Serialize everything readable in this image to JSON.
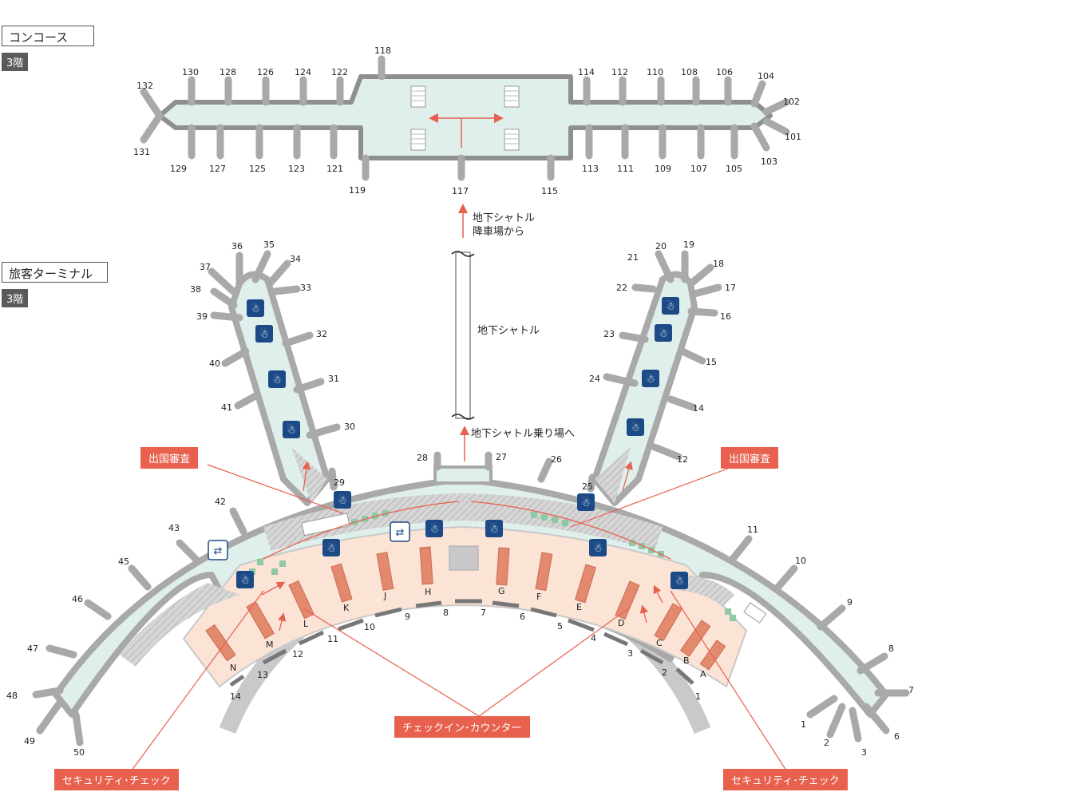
{
  "concourse": {
    "title": "コンコース",
    "floor": "3階",
    "gates_top": [
      "130",
      "128",
      "126",
      "124",
      "122",
      "118",
      "114",
      "112",
      "110",
      "108",
      "106",
      "104"
    ],
    "gates_bottom": [
      "129",
      "127",
      "125",
      "123",
      "121",
      "119",
      "117",
      "115",
      "113",
      "111",
      "109",
      "107",
      "105",
      "103"
    ],
    "gates_side": [
      "132",
      "131",
      "102",
      "101"
    ]
  },
  "terminal": {
    "title": "旅客ターミナル",
    "floor": "3階",
    "gates_left_pier": [
      "36",
      "35",
      "34",
      "37",
      "33",
      "38",
      "39",
      "32",
      "40",
      "31",
      "41",
      "30"
    ],
    "gates_right_pier": [
      "20",
      "19",
      "21",
      "18",
      "22",
      "17",
      "16",
      "23",
      "15",
      "24",
      "14",
      "12"
    ],
    "gates_center": [
      "28",
      "27",
      "26",
      "29",
      "25"
    ],
    "gates_left_wing": [
      "42",
      "43",
      "45",
      "46",
      "47",
      "48",
      "49",
      "50"
    ],
    "gates_right_wing": [
      "11",
      "10",
      "9",
      "8",
      "7",
      "6",
      "3",
      "2",
      "1"
    ],
    "counters": [
      "N",
      "M",
      "L",
      "K",
      "J",
      "H",
      "G",
      "F",
      "E",
      "D",
      "C",
      "B",
      "A"
    ],
    "doors": [
      "14",
      "13",
      "12",
      "11",
      "10",
      "9",
      "8",
      "7",
      "6",
      "5",
      "4",
      "3",
      "2",
      "1"
    ]
  },
  "shuttle": {
    "from_label_1": "地下シャトル",
    "from_label_2": "降車場から",
    "line_label": "地下シャトル",
    "to_label": "地下シャトル乗り場へ"
  },
  "callouts": {
    "emigration_left": "出国審査",
    "emigration_right": "出国審査",
    "checkin": "チェックイン･カウンター",
    "security_left": "セキュリティ･チェック",
    "security_right": "セキュリティ･チェック"
  },
  "colors": {
    "floor": "#dff0ec",
    "wall": "#a9a9a9",
    "checkin_area": "#fbe3d6",
    "counter": "#e38a6e",
    "accent": "#e8604e",
    "icon_blue": "#1b4a86",
    "security_green": "#8ec9a4"
  },
  "icons": [
    "restroom-icon",
    "currency-exchange-icon",
    "escalator-icon",
    "stairs-icon"
  ]
}
